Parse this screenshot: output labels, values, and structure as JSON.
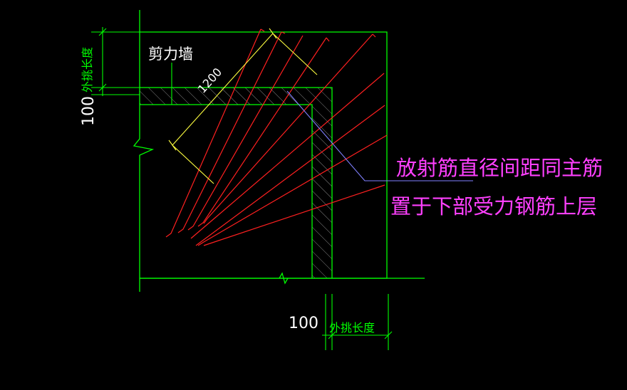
{
  "labels": {
    "wall": "剪力墙",
    "dim_1200": "1200",
    "dim_100_left": "100",
    "dim_100_bottom": "100",
    "outreach_left": "外挑长度",
    "outreach_bottom": "外挑长度",
    "note_line1": "放射筋直径间距同主筋",
    "note_line2": "置于下部受力钢筋上层"
  },
  "colors": {
    "background": "#000000",
    "outline": "#00ff00",
    "rebar": "#ff2020",
    "dimension": "#ffff40",
    "text": "#ffffff",
    "note": "#ff40ff",
    "leader": "#8080ff",
    "hatch": "#ffffff"
  }
}
